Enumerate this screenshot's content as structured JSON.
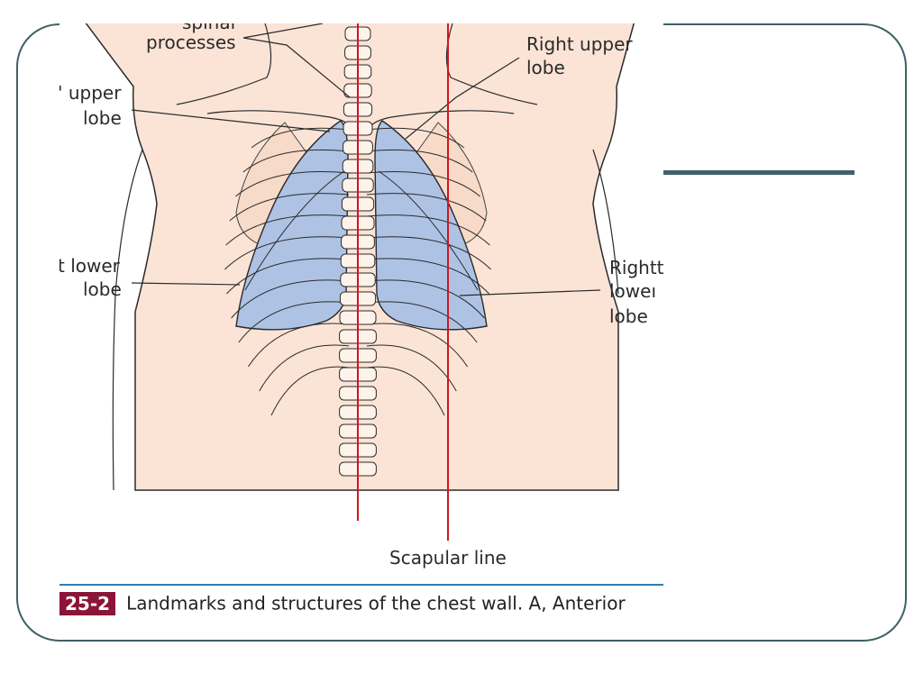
{
  "figure": {
    "labels": {
      "spinal_processes_top": "spinal",
      "spinal_processes": "processes",
      "left_upper_1": "' upper",
      "left_upper_2": "lobe",
      "right_upper_1": "Right upper",
      "right_upper_2": "lobe",
      "left_lower_1": "t lower",
      "left_lower_2": "lobe",
      "right_lower_1": "Rightt",
      "right_lower_2": "loweı",
      "right_lower_3": "lobe",
      "scapular_line": "Scapular line"
    },
    "caption": {
      "number": "25-2",
      "text": "Landmarks and structures of the chest wall. A, Anterior"
    }
  },
  "colors": {
    "frame": "#3f6165",
    "skin": "#fbe4d6",
    "lung": "#aec3e4",
    "reference_line": "#d0161e",
    "caption_rule": "#2e7fb0",
    "figure_badge": "#8b1538"
  }
}
